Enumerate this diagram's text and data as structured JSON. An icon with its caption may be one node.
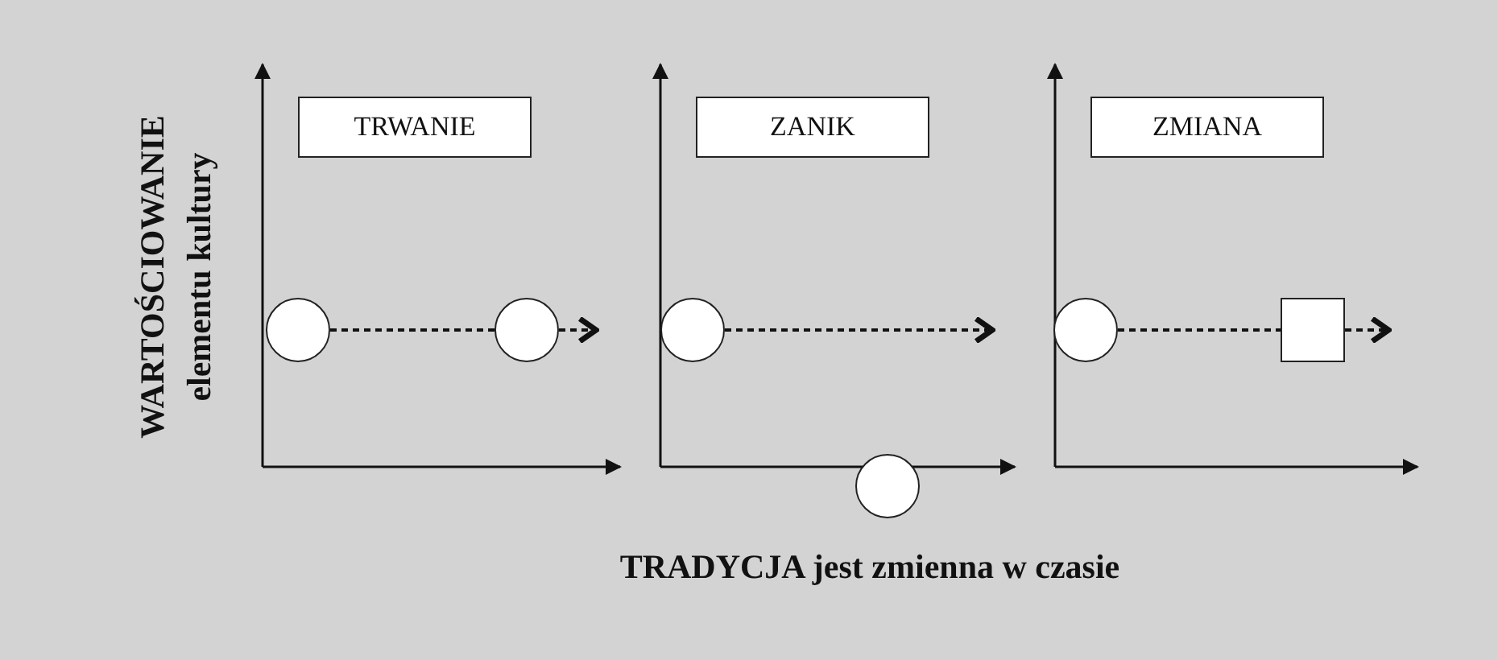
{
  "diagram": {
    "caption": "TRADYCJA jest zmienna w czasie",
    "nodes": [
      {
        "text": [
          "TRWANIE"
        ]
      },
      {
        "text": [],
        "shape": "circle"
      },
      {
        "text": [],
        "shape": "circle"
      },
      {
        "text": [
          "ZANIK"
        ]
      },
      {
        "text": [],
        "shape": "circle"
      },
      {
        "text": [],
        "shape": "circle"
      },
      {
        "text": [
          "ZMIANA"
        ]
      },
      {
        "text": [],
        "shape": "circle"
      },
      {
        "text": [],
        "shape": "box"
      }
    ],
    "edges": [
      {
        "from": 1,
        "to": 2,
        "arrow": "none",
        "style": "dashed"
      },
      {
        "from": 2,
        "to": null,
        "arrow": "to",
        "style": "dashed"
      },
      {
        "from": 4,
        "to": null,
        "arrow": "to",
        "style": "dashed"
      },
      {
        "from": 7,
        "to": 8,
        "arrow": "none",
        "style": "dashed"
      },
      {
        "from": 8,
        "to": null,
        "arrow": "to",
        "style": "dashed"
      }
    ],
    "labels": [
      "WARTOŚCIOWANIE",
      "elementu kultury"
    ]
  }
}
